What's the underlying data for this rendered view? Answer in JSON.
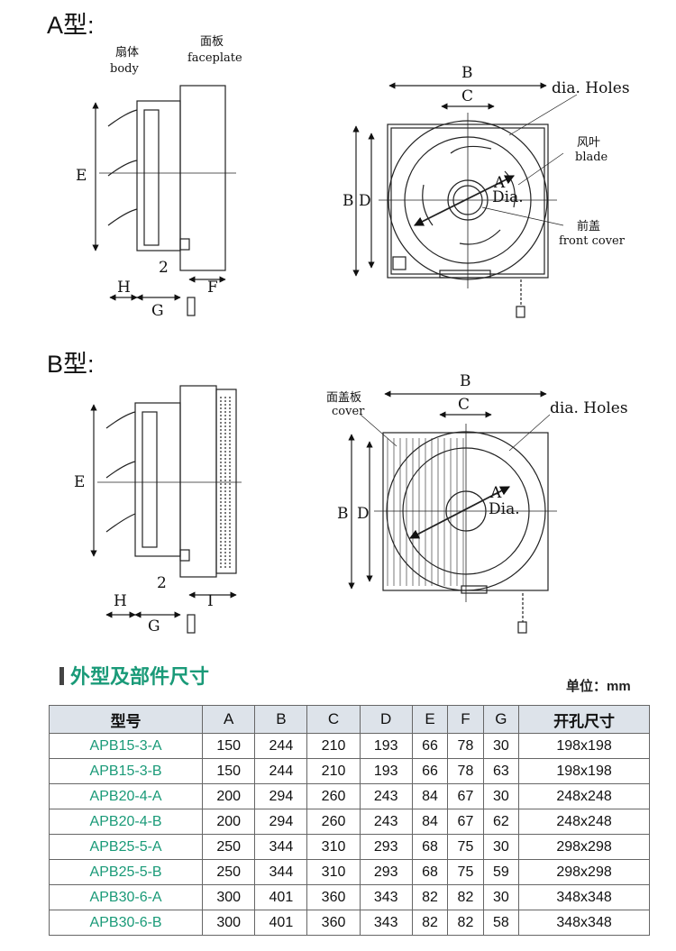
{
  "sections": [
    {
      "title": "A型:",
      "side": {
        "body_cn": "扇体",
        "body_en": "body",
        "faceplate_cn": "面板",
        "faceplate_en": "faceplate",
        "E": "E",
        "H": "H",
        "G": "G",
        "two": "2",
        "F": "F"
      },
      "front": {
        "B_top": "B",
        "C": "C",
        "B_left": "B",
        "D": "D",
        "holes": "dia. Holes",
        "blade_cn": "风叶",
        "blade_en": "blade",
        "A": "A",
        "dia": "Dia.",
        "cover_cn": "前盖",
        "cover_en": "front cover"
      }
    },
    {
      "title": "B型:",
      "side": {
        "E": "E",
        "H": "H",
        "G": "G",
        "two": "2",
        "I": "I"
      },
      "front": {
        "B_top": "B",
        "C": "C",
        "B_left": "B",
        "D": "D",
        "holes": "dia. Holes",
        "cover_cn": "面盖板",
        "cover_en": "cover",
        "A": "A",
        "dia": "Dia."
      }
    }
  ],
  "table": {
    "title": "外型及部件尺寸",
    "unit": "单位：mm",
    "headers": [
      "型号",
      "A",
      "B",
      "C",
      "D",
      "E",
      "F",
      "G",
      "开孔尺寸"
    ],
    "rows": [
      [
        "APB15-3-A",
        "150",
        "244",
        "210",
        "193",
        "66",
        "78",
        "30",
        "198x198"
      ],
      [
        "APB15-3-B",
        "150",
        "244",
        "210",
        "193",
        "66",
        "78",
        "63",
        "198x198"
      ],
      [
        "APB20-4-A",
        "200",
        "294",
        "260",
        "243",
        "84",
        "67",
        "30",
        "248x248"
      ],
      [
        "APB20-4-B",
        "200",
        "294",
        "260",
        "243",
        "84",
        "67",
        "62",
        "248x248"
      ],
      [
        "APB25-5-A",
        "250",
        "344",
        "310",
        "293",
        "68",
        "75",
        "30",
        "298x298"
      ],
      [
        "APB25-5-B",
        "250",
        "344",
        "310",
        "293",
        "68",
        "75",
        "59",
        "298x298"
      ],
      [
        "APB30-6-A",
        "300",
        "401",
        "360",
        "343",
        "82",
        "82",
        "30",
        "348x348"
      ],
      [
        "APB30-6-B",
        "300",
        "401",
        "360",
        "343",
        "82",
        "82",
        "58",
        "348x348"
      ]
    ]
  },
  "colors": {
    "accent": "#1a9a78",
    "header_bg": "#dde3ea"
  }
}
